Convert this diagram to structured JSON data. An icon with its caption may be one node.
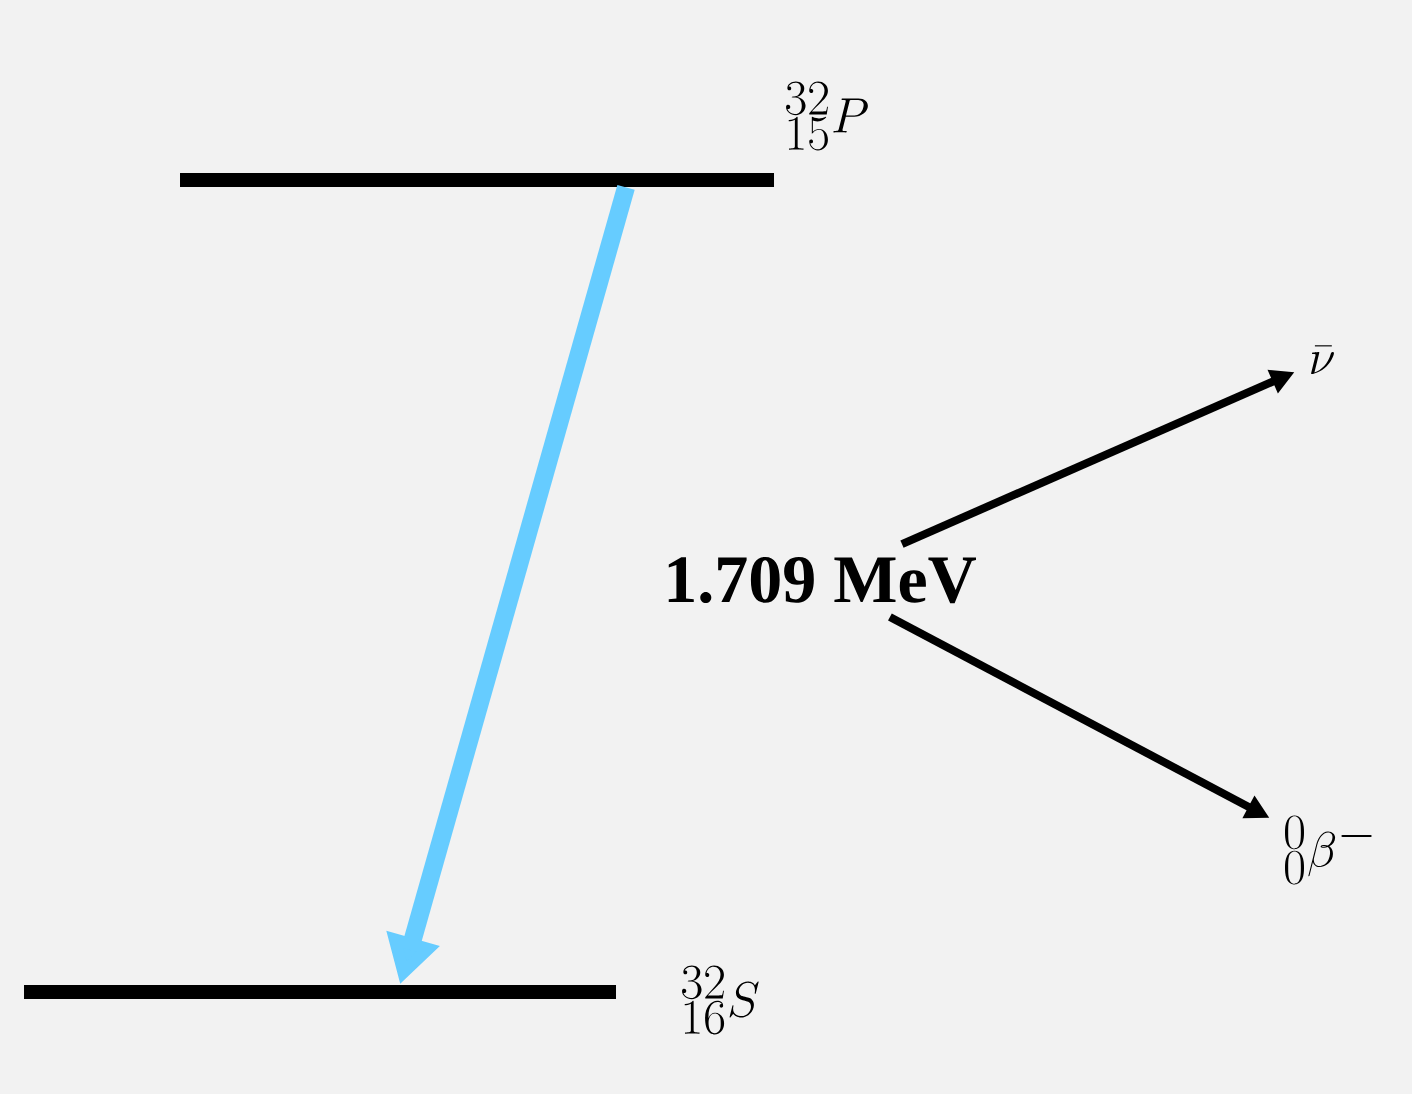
{
  "diagram": {
    "nodes": [
      {
        "text": [],
        "shape": "bar",
        "beside": [
          "^{32}_{15}P"
        ]
      },
      {
        "text": [],
        "shape": "bar",
        "beside": [
          "^{32}_{16}S"
        ]
      },
      {
        "text": [
          "1.709 MeV"
        ]
      },
      {
        "text": [
          "\\bar{\\nu}"
        ]
      },
      {
        "text": [
          "^{0}_{0}\\beta^{-}"
        ]
      }
    ],
    "edges": [
      {
        "from": 0,
        "to": 1,
        "arrow": "to",
        "style": "thick",
        "color": "#66ccff"
      },
      {
        "from": 2,
        "to": 3,
        "arrow": "to"
      },
      {
        "from": 2,
        "to": 4,
        "arrow": "to"
      }
    ]
  }
}
